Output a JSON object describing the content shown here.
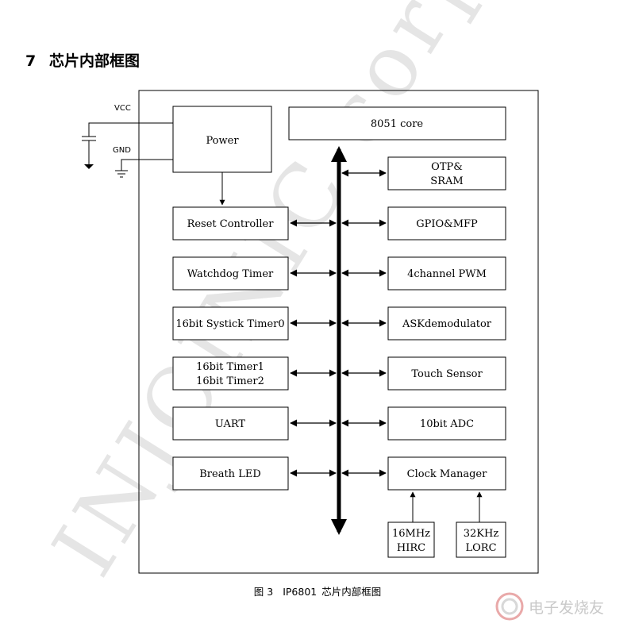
{
  "section": {
    "number": "7",
    "title": "芯片内部框图"
  },
  "pins": {
    "vcc": "VCC",
    "gnd": "GND"
  },
  "blocks": {
    "power": "Power",
    "core": "8051 core",
    "otp_sram": [
      "OTP&",
      "SRAM"
    ],
    "reset": "Reset Controller",
    "watchdog": "Watchdog Timer",
    "systick": "16bit Systick Timer0",
    "timers": [
      "16bit Timer1",
      "16bit Timer2"
    ],
    "uart": "UART",
    "breath": "Breath LED",
    "gpio": "GPIO&MFP",
    "pwm": "4channel PWM",
    "ask": "ASKdemodulator",
    "touch": "Touch Sensor",
    "adc": "10bit ADC",
    "clock": "Clock Manager",
    "hirc": [
      "16MHz",
      "HIRC"
    ],
    "lorc": [
      "32KHz",
      "LORC"
    ]
  },
  "caption": {
    "fig": "图 3",
    "chip": "IP6801",
    "title": "芯片内部框图"
  },
  "watermark": "INJOINIC corp.",
  "site_watermark": "电子发烧友"
}
